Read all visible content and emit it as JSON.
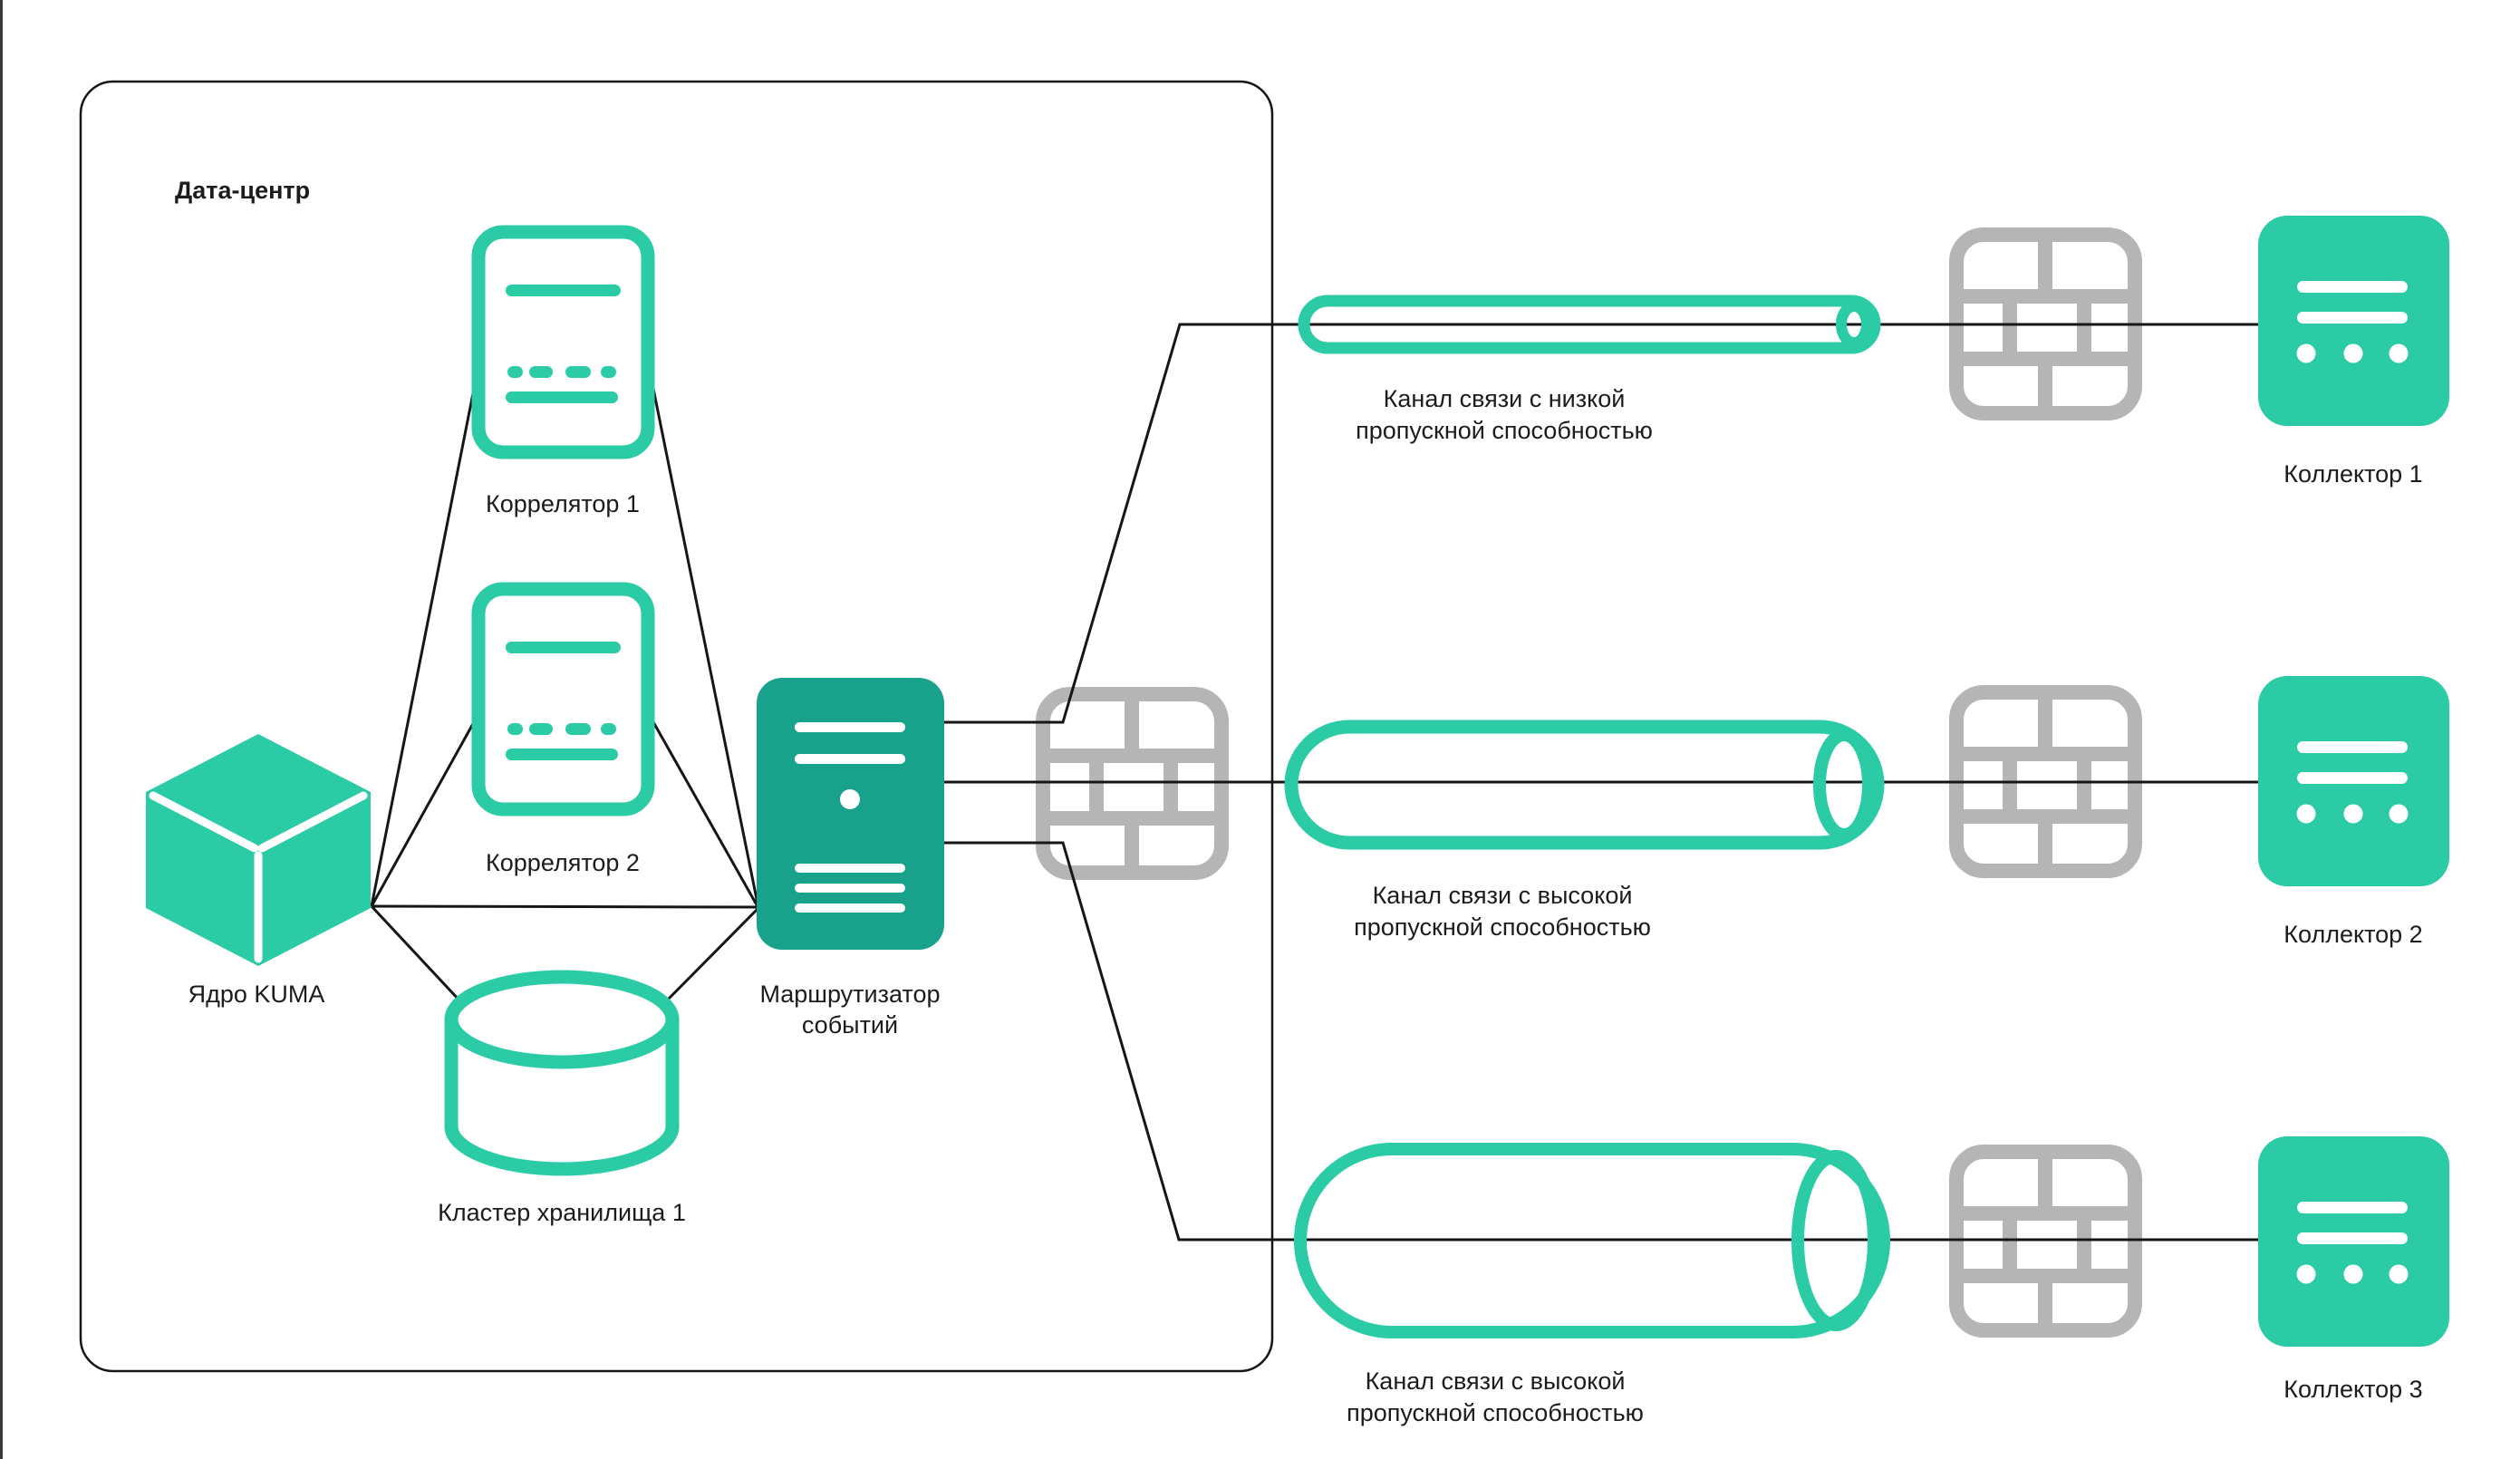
{
  "diagram": {
    "title": "Дата-центр",
    "kind": "KUMA deployment architecture diagram",
    "nodes": {
      "correlator1": {
        "label": "Коррелятор 1",
        "icon": "correlator-server-icon"
      },
      "correlator2": {
        "label": "Коррелятор 2",
        "icon": "correlator-server-icon"
      },
      "core": {
        "label": "Ядро KUMA",
        "icon": "cube-icon"
      },
      "router": {
        "label_line1": "Маршрутизатор",
        "label_line2": "событий",
        "icon": "server-tower-icon"
      },
      "storage": {
        "label": "Кластер хранилища 1",
        "icon": "database-cylinder-icon"
      },
      "collector1": {
        "label": "Коллектор 1",
        "icon": "collector-server-icon"
      },
      "collector2": {
        "label": "Коллектор 2",
        "icon": "collector-server-icon"
      },
      "collector3": {
        "label": "Коллектор 3",
        "icon": "collector-server-icon"
      }
    },
    "firewalls": [
      {
        "id": "firewall-datacenter",
        "icon": "firewall-brick-icon"
      },
      {
        "id": "firewall-collector1",
        "icon": "firewall-brick-icon"
      },
      {
        "id": "firewall-collector2",
        "icon": "firewall-brick-icon"
      },
      {
        "id": "firewall-collector3",
        "icon": "firewall-brick-icon"
      }
    ],
    "channels": {
      "channel1": {
        "bandwidth": "low",
        "label_line1": "Канал связи с низкой",
        "label_line2": "пропускной способностью"
      },
      "channel2": {
        "bandwidth": "high",
        "label_line1": "Канал связи с высокой",
        "label_line2": "пропускной способностью"
      },
      "channel3": {
        "bandwidth": "high",
        "label_line1": "Канал связи с высокой",
        "label_line2": "пропускной способностью"
      }
    },
    "colors": {
      "accent_teal": "#2BCBA6",
      "dark_teal": "#18A18B",
      "firewall_gray": "#B5B5B5",
      "line_black": "#161616",
      "text_black": "#1C1C1C",
      "background": "#FFFFFF"
    }
  }
}
